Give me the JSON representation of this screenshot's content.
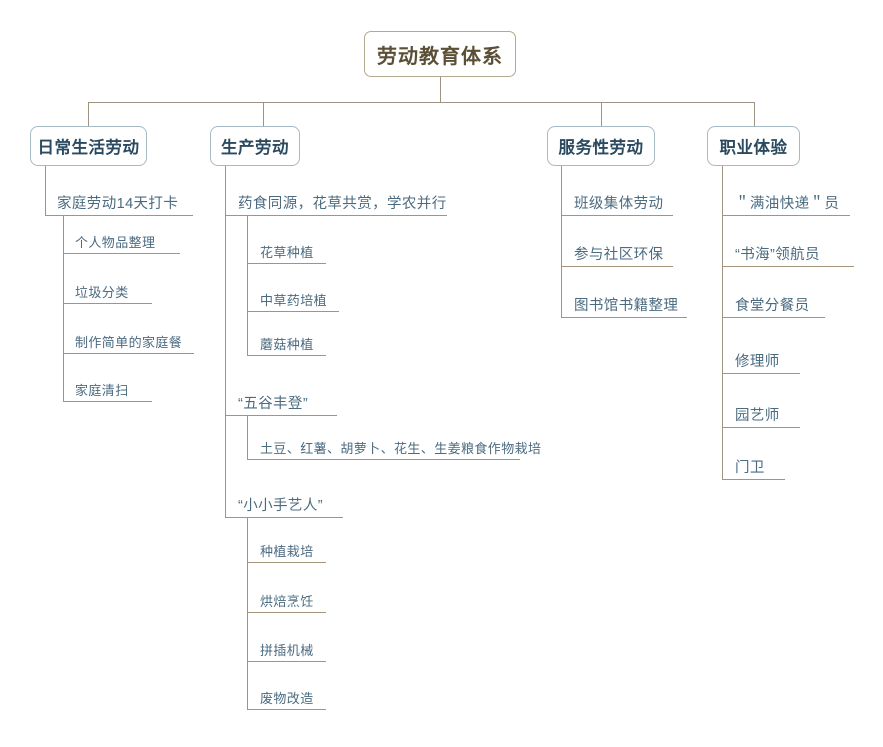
{
  "diagram": {
    "type": "organizational-tree",
    "title": "劳动教育体系",
    "colors": {
      "root_border": "#b3a98f",
      "root_text": "#5b4f36",
      "level2_border": "#a6bac6",
      "level2_text": "#2b4a5f",
      "connector": "#9d9481",
      "item_underline": "#a3957c",
      "item_text": "#4b6b80",
      "background": "#ffffff"
    },
    "root": {
      "label": "劳动教育体系"
    },
    "branches": [
      {
        "id": "daily-life-labor",
        "label": "日常生活劳动",
        "children": [
          {
            "label": "家庭劳动14天打卡",
            "children": [
              {
                "label": "个人物品整理"
              },
              {
                "label": "垃圾分类"
              },
              {
                "label": "制作简单的家庭餐"
              },
              {
                "label": "家庭清扫"
              }
            ]
          }
        ]
      },
      {
        "id": "production-labor",
        "label": "生产劳动",
        "children": [
          {
            "label": "药食同源，花草共赏，学农并行",
            "children": [
              {
                "label": "花草种植"
              },
              {
                "label": "中草药培植"
              },
              {
                "label": "蘑菇种植"
              }
            ]
          },
          {
            "label": "“五谷丰登”",
            "children": [
              {
                "label": "土豆、红薯、胡萝卜、花生、生姜粮食作物栽培"
              }
            ]
          },
          {
            "label": "“小小手艺人”",
            "children": [
              {
                "label": "种植栽培"
              },
              {
                "label": "烘焙烹饪"
              },
              {
                "label": "拼插机械"
              },
              {
                "label": "废物改造"
              }
            ]
          }
        ]
      },
      {
        "id": "service-labor",
        "label": "服务性劳动",
        "children": [
          {
            "label": "班级集体劳动"
          },
          {
            "label": "参与社区环保"
          },
          {
            "label": "图书馆书籍整理"
          }
        ]
      },
      {
        "id": "career-experience",
        "label": "职业体验",
        "children": [
          {
            "label": "＂满油快递＂员"
          },
          {
            "label": "“书海”领航员"
          },
          {
            "label": "食堂分餐员"
          },
          {
            "label": "修理师"
          },
          {
            "label": "园艺师"
          },
          {
            "label": "门卫"
          }
        ]
      }
    ]
  }
}
